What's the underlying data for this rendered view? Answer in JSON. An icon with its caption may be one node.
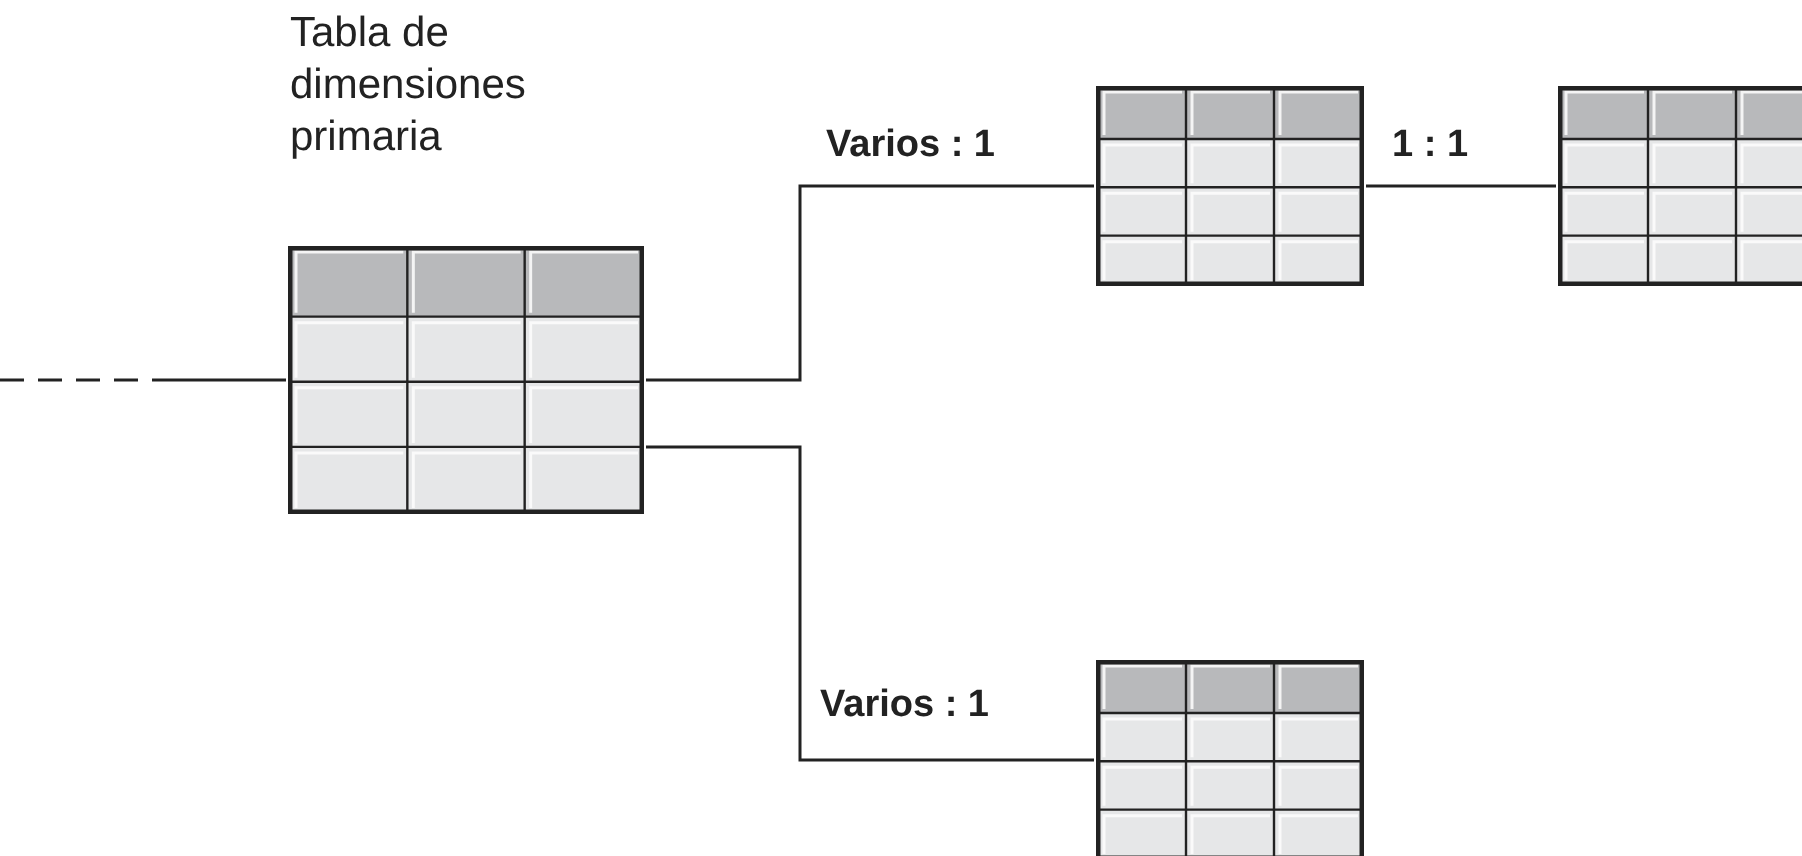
{
  "diagram": {
    "nodes": [
      {
        "text": [
          "Tabla de dimensiones primaria"
        ]
      },
      {
        "text": [],
        "shape": "table"
      },
      {
        "text": [],
        "shape": "table"
      },
      {
        "text": [],
        "shape": "table"
      }
    ],
    "edges": [
      {
        "from": null,
        "to": 0,
        "arrow": "none",
        "style": "dashed"
      },
      {
        "from": 0,
        "to": 1,
        "arrow": "none",
        "label": "Varios : 1"
      },
      {
        "from": 1,
        "to": 2,
        "arrow": "none",
        "label": "1 : 1"
      },
      {
        "from": 0,
        "to": 3,
        "arrow": "none",
        "label": "Varios : 1"
      }
    ]
  }
}
